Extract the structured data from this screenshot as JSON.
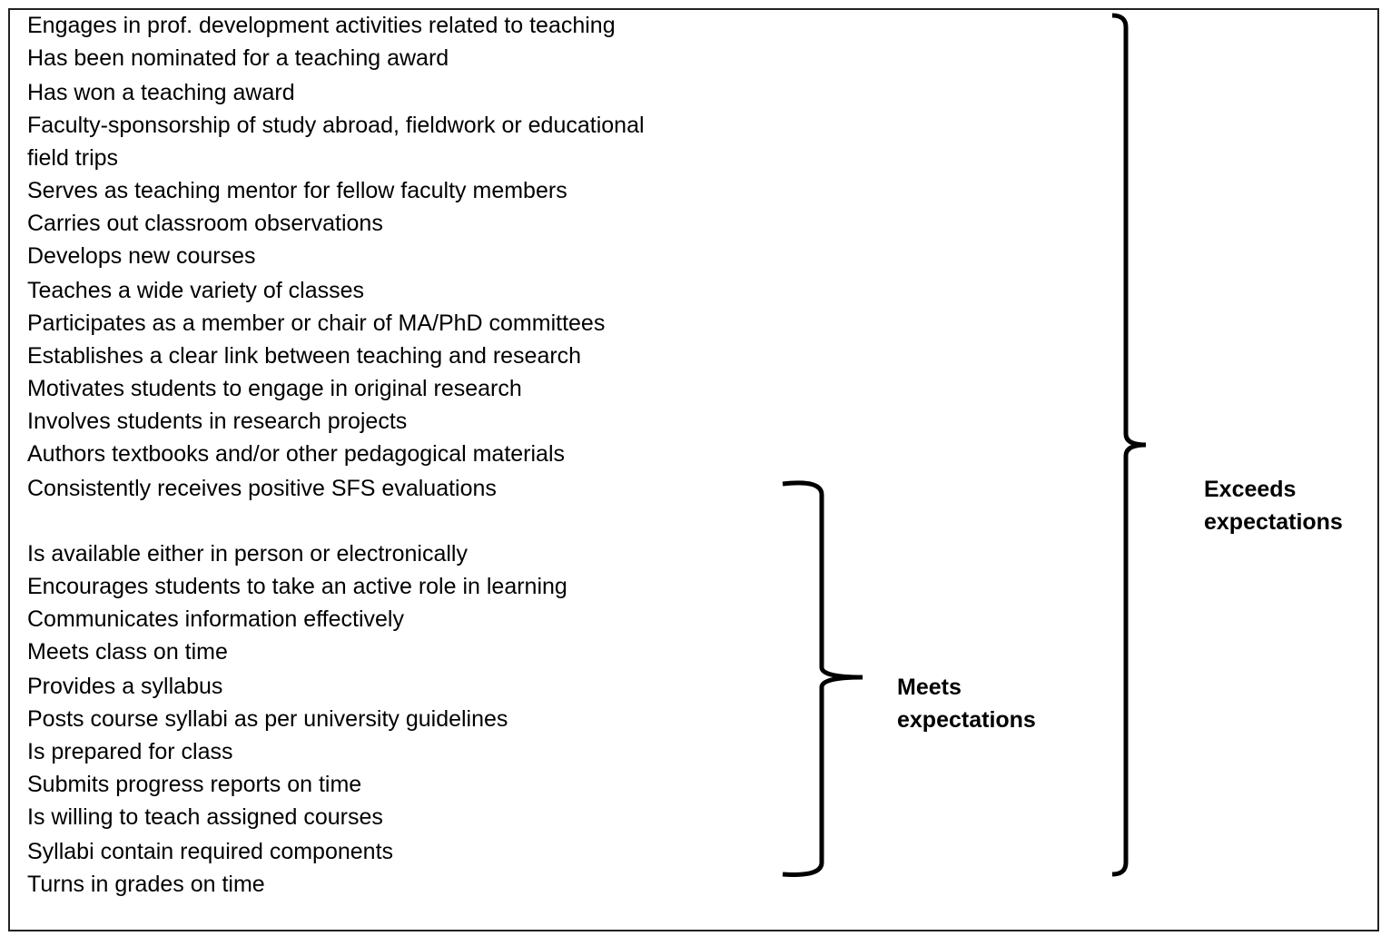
{
  "criteria": [
    "Engages in prof. development activities related to teaching",
    "Has been nominated for a teaching award",
    "Has won a teaching award",
    "Faculty-sponsorship of study abroad, fieldwork or educational",
    "field trips",
    "Serves as teaching mentor for fellow faculty members",
    "Carries out classroom observations",
    "Develops new courses",
    "Teaches a wide variety of classes",
    "Participates as a member or chair of MA/PhD committees",
    "Establishes a clear link between teaching and research",
    "Motivates students to engage in original research",
    "Involves students in research projects",
    "Authors textbooks and/or other pedagogical materials",
    "Consistently receives positive SFS evaluations",
    "Is available either in person or electronically",
    "Encourages students to take an active role in learning",
    "Communicates information effectively",
    "Meets class on time",
    "Provides a syllabus",
    "Posts course syllabi as per university guidelines",
    "Is prepared for class",
    "Submits progress reports on time",
    "Is willing to teach assigned courses",
    "Syllabi contain required components",
    "Turns in grades on time"
  ],
  "meets_label": [
    "Meets",
    "expectations"
  ],
  "exceeds_label": [
    "Exceeds",
    "expectations"
  ]
}
